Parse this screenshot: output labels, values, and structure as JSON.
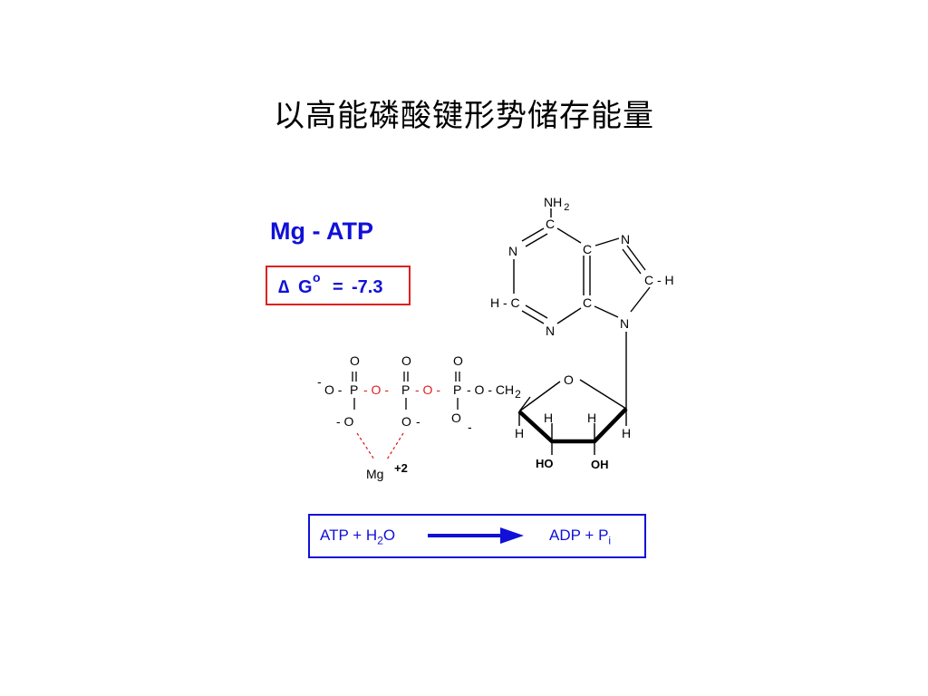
{
  "title": "以高能磷酸键形势储存能量",
  "heading": "Mg - ATP",
  "delta_g": {
    "delta": "∆",
    "symbol": "G",
    "superscript": "o",
    "equals": "=",
    "value": "-7.3"
  },
  "reaction": {
    "reactant_1": "ATP",
    "plus_1": "+",
    "water_h": "H",
    "water_sub": "2",
    "water_o": "O",
    "product_1": "ADP",
    "plus_2": "+",
    "phosphate": "P",
    "phosphate_sub": "i"
  },
  "adenine": {
    "amine": "NH",
    "amine_sub": "2",
    "c6": "C",
    "n1": "N",
    "c5": "C",
    "n7": "N",
    "c8_h": "C - H",
    "c2_h": "H - C",
    "c4": "C",
    "n3": "N",
    "n9": "N"
  },
  "phosphates": {
    "o_top_1": "O",
    "o_top_2": "O",
    "o_top_3": "O",
    "charge_1": "-",
    "o_left": "O -",
    "p1": "P",
    "bridge_1": "- O -",
    "p2": "P",
    "bridge_2": "- O -",
    "p3": "P",
    "link": "- O - CH",
    "ch2_sub": "2",
    "o_bottom_1": "- O",
    "o_bottom_2": "O",
    "charge_2": "-",
    "o_bottom_3": "O",
    "charge_3": "-"
  },
  "magnesium": {
    "symbol": "Mg",
    "charge": "+2"
  },
  "ribose": {
    "ring_o": "O",
    "h1": "H",
    "h2": "H",
    "h3": "H",
    "h4": "H",
    "ho": "HO",
    "oh": "OH"
  },
  "colors": {
    "accent_blue": "#1010d8",
    "accent_red": "#e02020"
  }
}
